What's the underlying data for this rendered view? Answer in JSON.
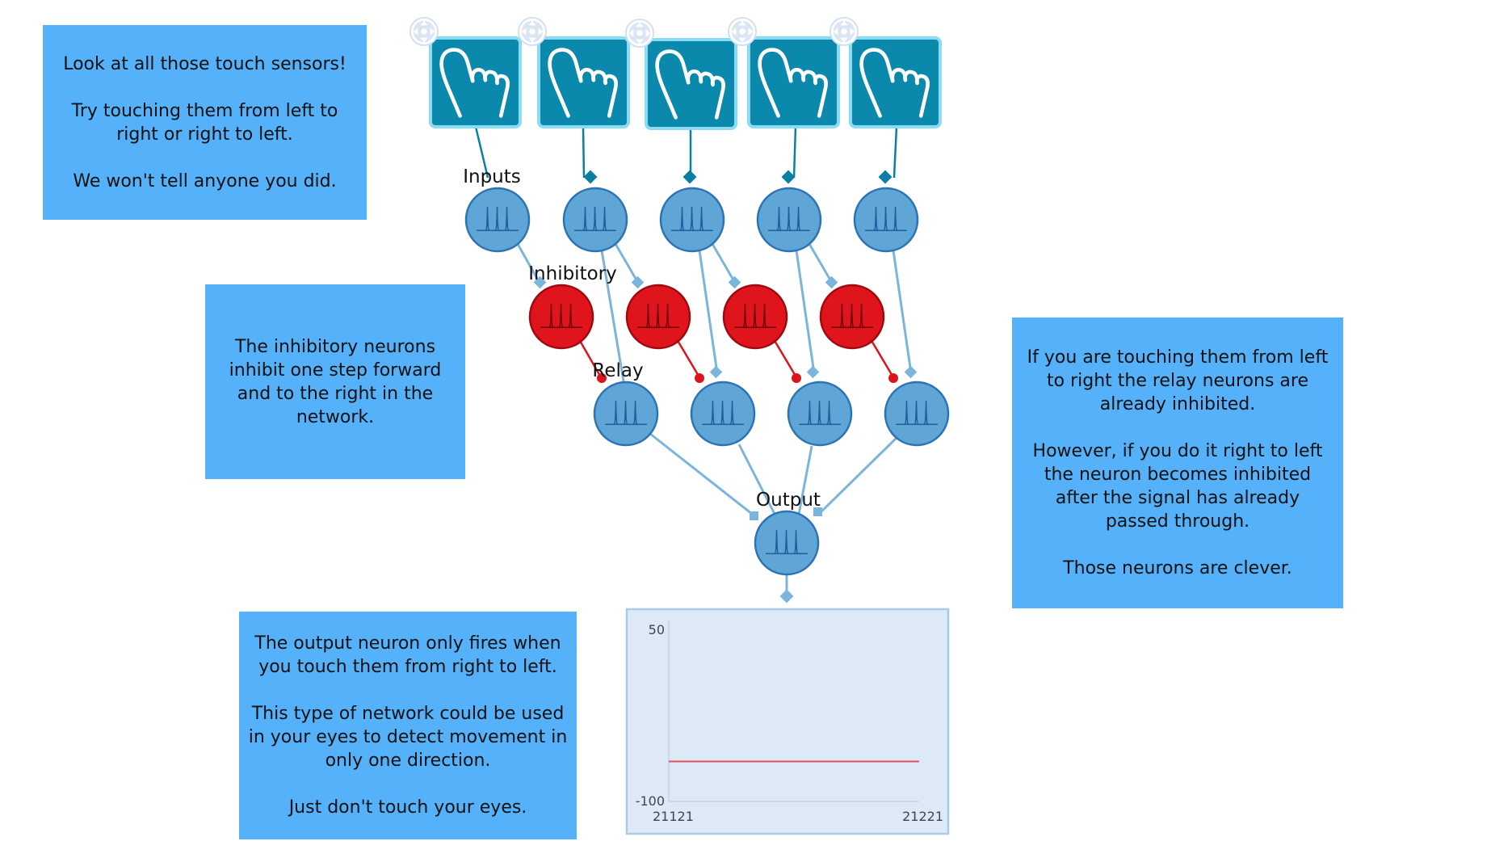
{
  "notes": {
    "sensors": [
      "Look at all those touch sensors!",
      "Try touching them from left to right or right to left.",
      "We won't tell anyone you did."
    ],
    "inhibitory": [
      "The inhibitory neurons inhibit one step forward and to the right in the network."
    ],
    "relay": [
      "If you are touching them from left to right the relay neurons are already inhibited.",
      "However, if you do it right to left the neuron becomes inhibited after the signal has already passed through.",
      "Those neurons are clever."
    ],
    "output": [
      "The output neuron only fires when you touch them from right to left.",
      "This type of network could be used in your eyes to detect movement in only one direction.",
      "Just don't touch your eyes."
    ]
  },
  "labels": {
    "inputs": "Inputs",
    "inhibitory": "Inhibitory",
    "relay": "Relay",
    "output": "Output"
  },
  "sensor_count": 5,
  "input_neuron_count": 5,
  "inhibitory_neuron_count": 4,
  "relay_neuron_count": 4,
  "output_neuron_count": 1,
  "icons": {
    "sensor": "touch-hand-icon",
    "drag_handle": "move-arrows-icon",
    "neuron": "spike-train-icon"
  },
  "colors": {
    "note_bg": "#56b1fb",
    "sensor_fill": "#0a89ad",
    "sensor_border": "#8adcf5",
    "excitatory_fill": "#5fa6d6",
    "excitatory_stroke": "#2d73b4",
    "inhibitory_fill": "#e0141c",
    "inhibitory_stroke": "#9e0a10",
    "connection_excitatory": "#7cb5dc",
    "connection_inhibitory": "#d9141c",
    "sensor_wire": "#0a7fa3",
    "plot_bg": "#dde9f6",
    "plot_line": "#e0525a"
  },
  "chart_data": {
    "type": "line",
    "title": "",
    "xlabel": "",
    "ylabel": "",
    "xlim": [
      21121,
      21221
    ],
    "ylim": [
      -100,
      50
    ],
    "x_tick_labels": [
      "21121",
      "21221"
    ],
    "y_tick_labels": [
      "50",
      "-100"
    ],
    "series": [
      {
        "x": [
          21121,
          21221
        ],
        "y": [
          -65,
          -65
        ]
      }
    ]
  }
}
